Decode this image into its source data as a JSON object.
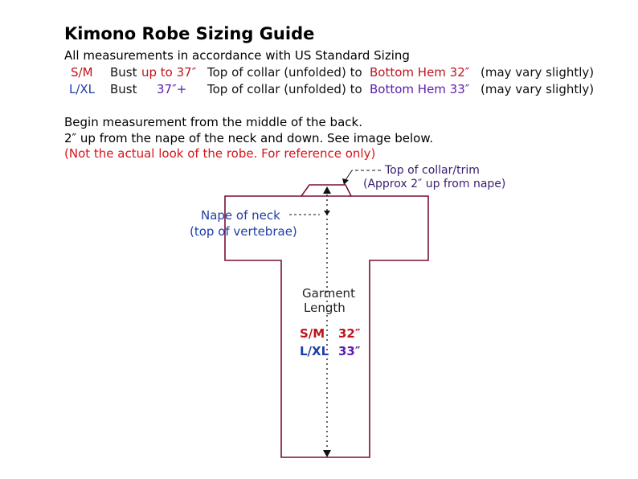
{
  "header": {
    "title": "Kimono Robe Sizing Guide",
    "subtitle": "All measurements in accordance with US Standard Sizing"
  },
  "sizes": [
    {
      "label": "S/M",
      "bust_word": "Bust",
      "bust_value": "up to 37″",
      "middle": "Top of collar (unfolded) to",
      "hem_label": "Bottom Hem 32″",
      "note": "(may vary slightly)"
    },
    {
      "label": "L/XL",
      "bust_word": "Bust",
      "bust_value": "37″+",
      "middle": "Top of collar (unfolded) to",
      "hem_label": "Bottom Hem 33″",
      "note": "(may vary slightly)"
    }
  ],
  "instructions": {
    "line1": "Begin measurement from the middle of the back.",
    "line2": "2″ up from the nape of the neck and down. See image below.",
    "line3": "(Not the actual look of the robe. For reference only)"
  },
  "diagram": {
    "collar_label_1": "Top of collar/trim",
    "collar_label_2": "(Approx 2″ up from nape)",
    "nape_label_1": "Nape of neck",
    "nape_label_2": "(top of vertebrae)",
    "garment_label_1": "Garment",
    "garment_label_2": "Length",
    "sm_label": "S/M",
    "sm_value": "32″",
    "lxl_label": "L/XL",
    "lxl_value": "33″"
  },
  "colors": {
    "sm_red": "#c0141c",
    "lxl_purple": "#5b1cae",
    "outline": "#7a1030",
    "nape_blue": "#1f3ea8"
  }
}
